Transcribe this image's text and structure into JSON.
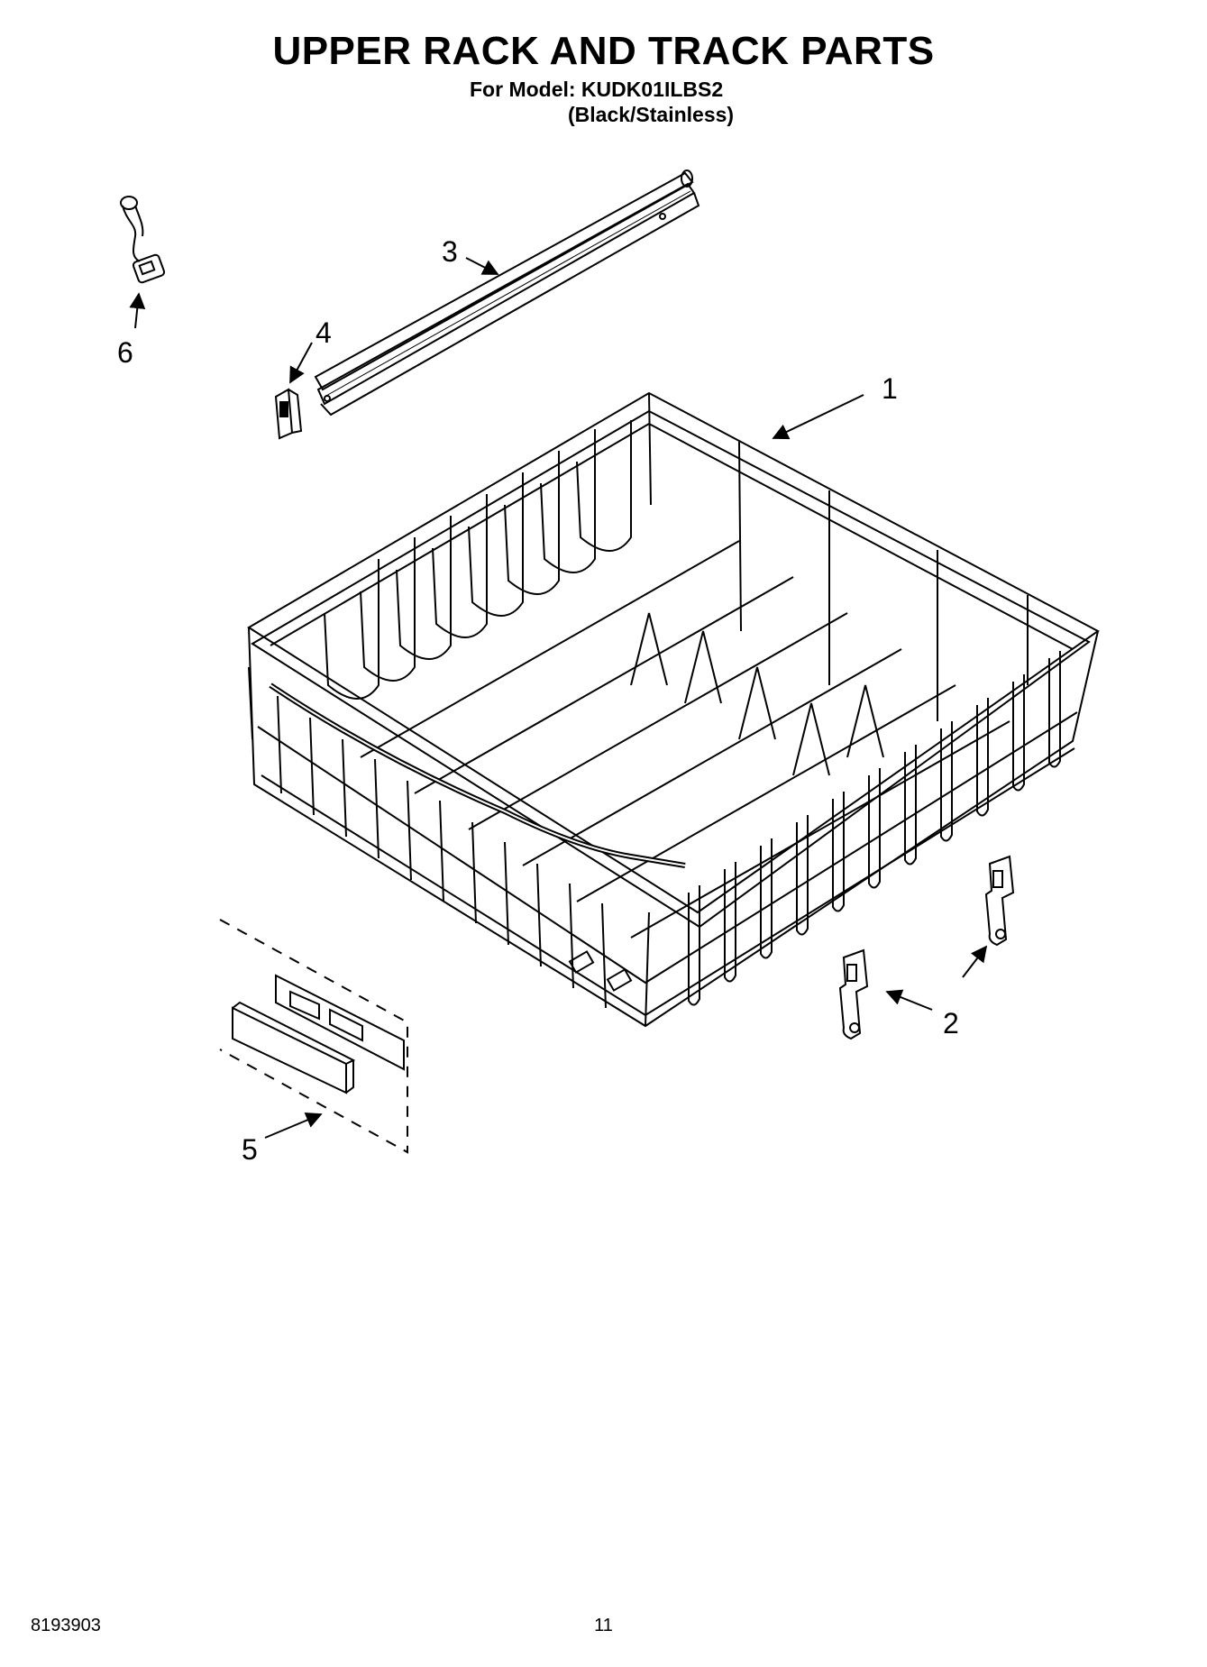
{
  "header": {
    "title": "UPPER RACK AND TRACK PARTS",
    "model_line": "For Model: KUDK01ILBS2",
    "variant_line": "(Black/Stainless)"
  },
  "callouts": [
    "1",
    "2",
    "3",
    "4",
    "5",
    "6"
  ],
  "footer": {
    "doc_number": "8193903",
    "page_number": "11"
  }
}
